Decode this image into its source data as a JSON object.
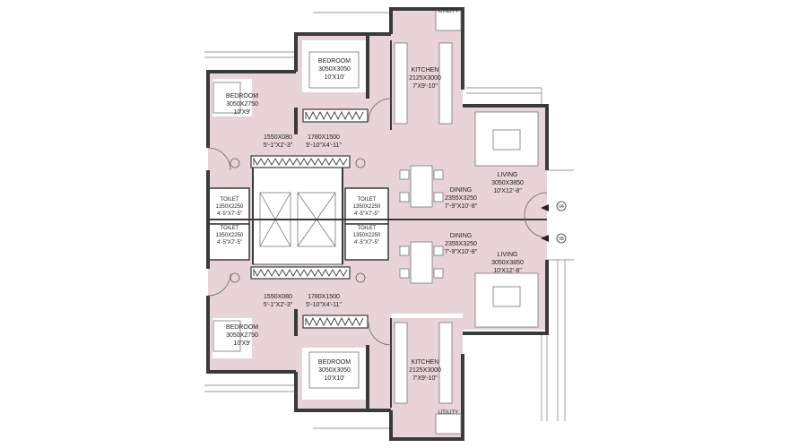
{
  "colors": {
    "floor": "#e7d3d8",
    "wall": "#3a3a3a",
    "white": "#ffffff",
    "line": "#555555",
    "furniture": "#8a8a8a"
  },
  "rooms": {
    "kitchen_top": {
      "name": "KITCHEN",
      "dim": "2125X3000",
      "imp": "7'X9'-10\""
    },
    "bedroom_top_center": {
      "name": "BEDROOM",
      "dim": "3050X3050",
      "imp": "10'X10'"
    },
    "bedroom_top_left": {
      "name": "BEDROOM",
      "dim": "3050X2750",
      "imp": "10'X9'"
    },
    "passage_top_1": {
      "dim": "1550X080",
      "imp": "5'-1\"X2'-3\""
    },
    "passage_top_2": {
      "dim": "1780X1500",
      "imp": "5'-10\"X4'-11\""
    },
    "living_top": {
      "name": "LIVING",
      "dim": "3050X3850",
      "imp": "10'X12'-8\""
    },
    "dining_top": {
      "name": "DINING",
      "dim": "2355X3250",
      "imp": "7'-9\"X10'-8\""
    },
    "toilet_top_left": {
      "name": "TOILET",
      "dim": "1350X2250",
      "imp": "4'-5\"X7'-5\""
    },
    "toilet_top_right": {
      "name": "TOILET",
      "dim": "1350X2250",
      "imp": "4'-5\"X7'-5\""
    },
    "toilet_bottom_left": {
      "name": "TOILET",
      "dim": "1350X2250",
      "imp": "4'-5\"X7'-5\""
    },
    "toilet_bottom_right": {
      "name": "TOILET",
      "dim": "1350X2250",
      "imp": "4'-5\"X7'-5\""
    },
    "dining_bottom": {
      "name": "DINING",
      "dim": "2355X3250",
      "imp": "7'-9\"X10'-8\""
    },
    "living_bottom": {
      "name": "LIVING",
      "dim": "3050X3850",
      "imp": "10'X12'-8\""
    },
    "passage_bottom_1": {
      "dim": "1550X080",
      "imp": "5'-1\"X2'-3\""
    },
    "passage_bottom_2": {
      "dim": "1780X1500",
      "imp": "5'-10\"X4'-11\""
    },
    "bedroom_bottom_left": {
      "name": "BEDROOM",
      "dim": "3050X2750",
      "imp": "10'X9'"
    },
    "bedroom_bottom_center": {
      "name": "BEDROOM",
      "dim": "3050X3050",
      "imp": "10'X10'"
    },
    "kitchen_bottom": {
      "name": "KITCHEN",
      "dim": "2125X3000",
      "imp": "7'X9'-10\""
    }
  },
  "utility_top": "UTILITY",
  "utility_bottom": "UTILITY",
  "unit_markers": [
    "04",
    "08"
  ]
}
